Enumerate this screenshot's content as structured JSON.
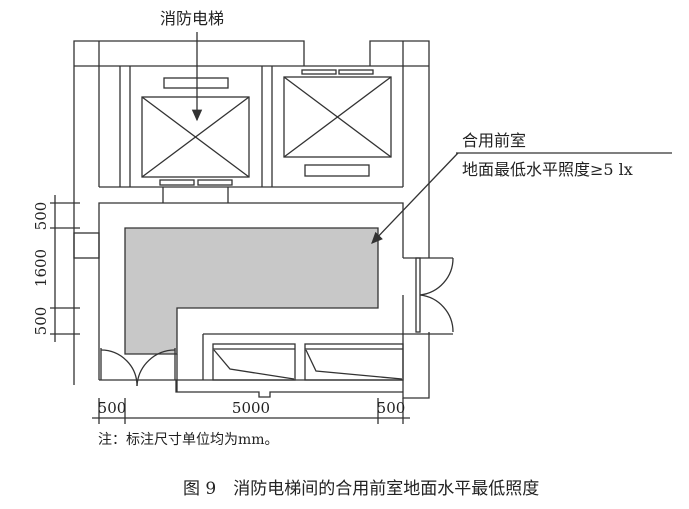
{
  "labels": {
    "elevator": "消防电梯",
    "lobby": "合用前室",
    "illuminance": "地面最低水平照度≥5 lx"
  },
  "dimensions": {
    "vertical": [
      "500",
      "1600",
      "500"
    ],
    "horizontal": [
      "500",
      "5000",
      "500"
    ]
  },
  "note": "注：标注尺寸单位均为mm。",
  "caption": "图 9　消防电梯间的合用前室地面水平最低照度",
  "colors": {
    "line": "#333333",
    "fill": "#c8c8c8"
  }
}
